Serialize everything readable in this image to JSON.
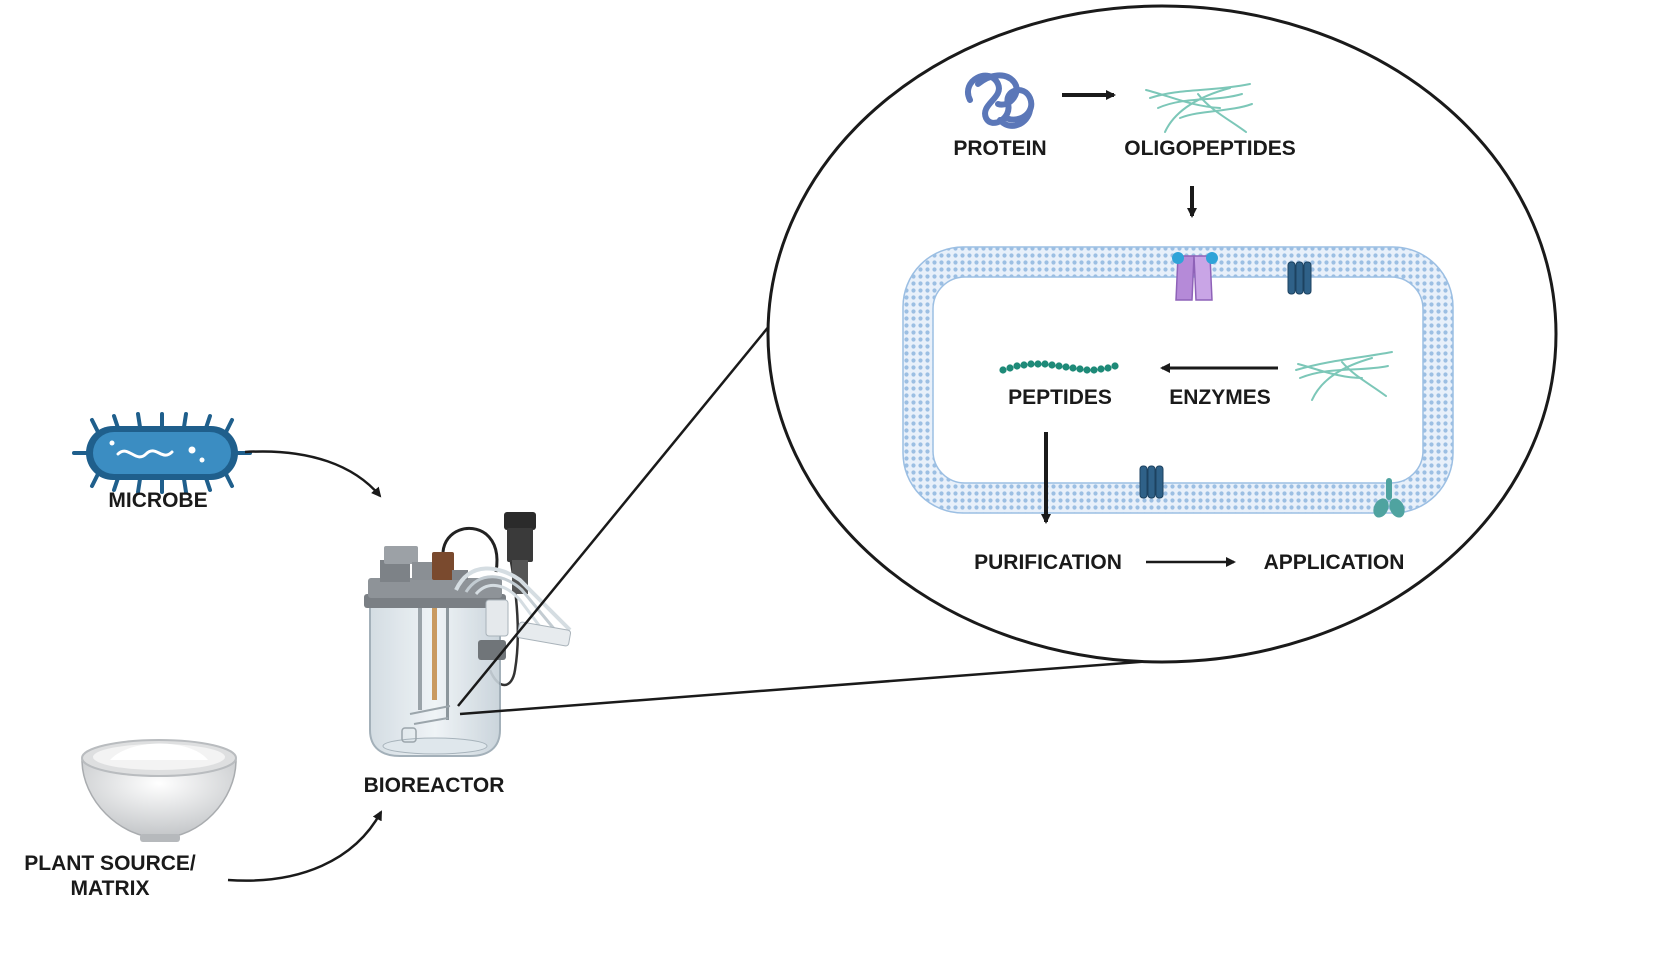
{
  "labels": {
    "microbe": "MICROBE",
    "plant_source_line1": "PLANT SOURCE/",
    "plant_source_line2": "MATRIX",
    "bioreactor": "BIOREACTOR",
    "protein": "PROTEIN",
    "oligopeptides": "OLIGOPEPTIDES",
    "peptides": "PEPTIDES",
    "enzymes": "ENZYMES",
    "purification": "PURIFICATION",
    "application": "APPLICATION"
  },
  "colors": {
    "microbe_body": "#3b8dc2",
    "microbe_outline": "#1f5f8c",
    "membrane": "#a9c6e6",
    "transporter_purple": "#b58ad8",
    "channel_blue": "#2f6188",
    "peptide_chain": "#1e8a78",
    "oligo_fibers": "#7cc7b8",
    "protein_coil": "#5b77b8"
  }
}
